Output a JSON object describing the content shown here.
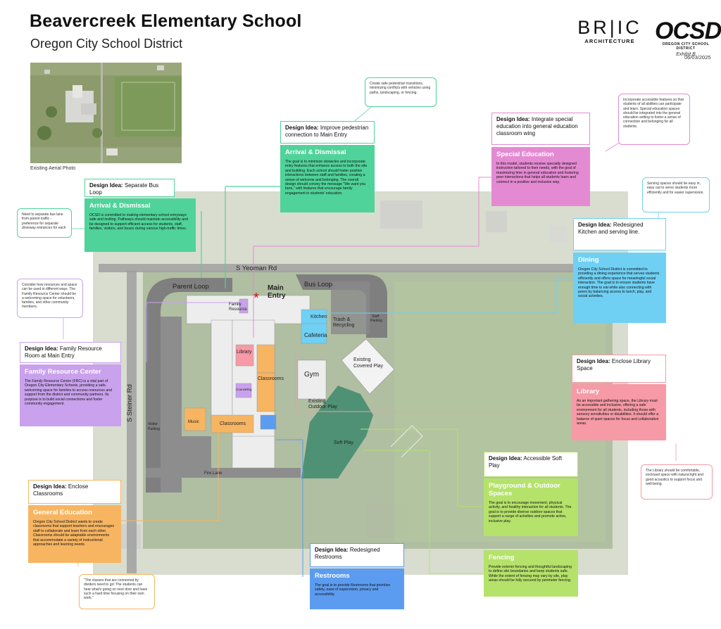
{
  "header": {
    "title": "Beavercreek Elementary School",
    "subtitle": "Oregon City School District",
    "bric_logo": "BR|IC",
    "bric_sub": "ARCHITECTURE",
    "ocsd_logo": "OCSD",
    "ocsd_sub": "OREGON CITY SCHOOL DISTRICT",
    "signature": "Exhibit B",
    "date": "06/03/2025"
  },
  "aerial_caption": "Existing Aerial Photo",
  "map_labels": {
    "yeoman": "S Yeoman Rd",
    "steiner": "S Steiner Rd",
    "parent_loop": "Parent Loop",
    "bus_loop": "Bus Loop",
    "main_entry_1": "Main",
    "main_entry_2": "Entry",
    "family_resource_1": "Family",
    "family_resource_2": "Resource",
    "kitchen": "Kitchen",
    "trash_1": "Trash &",
    "trash_2": "Recycling",
    "staff_parking_1": "Staff",
    "staff_parking_2": "Parking",
    "cafeteria": "Cafeteria",
    "gym": "Gym",
    "library": "Library",
    "classrooms_1": "Classrooms",
    "classrooms_2": "Classrooms",
    "counseling": "Counseling",
    "music": "Music",
    "visitor_1": "Visitor",
    "visitor_2": "Parking",
    "fire_lane": "Fire Lane",
    "covered_play_1": "Existing",
    "covered_play_2": "Covered Play",
    "outdoor_play_1": "Existing",
    "outdoor_play_2": "Outdoor Play",
    "soft_play": "Soft Play"
  },
  "ideas": {
    "bus": {
      "label": "Design Idea:",
      "text": "Separate Bus Loop"
    },
    "pedestrian": {
      "label": "Design Idea:",
      "text": "Improve pedestrian connection to Main Entry"
    },
    "sped": {
      "label": "Design Idea:",
      "text": "Integrate special education into general education classroom wing"
    },
    "kitchen": {
      "label": "Design Idea:",
      "text": "Redesigned Kitchen and serving line."
    },
    "frc": {
      "label": "Design Idea:",
      "text": "Family Resource Room at Main Entry"
    },
    "library": {
      "label": "Design Idea:",
      "text": "Enclose Library Space"
    },
    "softplay": {
      "label": "Design Idea:",
      "text": "Accessible Soft Play"
    },
    "classrooms": {
      "label": "Design Idea:",
      "text": "Enclose Classrooms"
    },
    "restrooms": {
      "label": "Design Idea:",
      "text": "Redesigned Restrooms"
    }
  },
  "cards": {
    "arrival1": {
      "heading": "Arrival & Dismissal",
      "body": "OCSD is committed to making elementary school entryways safe and inviting. Pathways should maintain accessibility and be designed to support efficient access for students, staff, families, visitors, and buses during various high-traffic times.",
      "color": "#4fd39a"
    },
    "arrival2": {
      "heading": "Arrival & Dismissal",
      "body": "The goal is to minimize obstacles and incorporate entry features that enhance access to both the site and building. Each school should foster positive interactions between staff and families, creating a sense of welcome and belonging. The overall design should convey the message \"We want you here,\" with features that encourage family engagement in students' education.",
      "color": "#4fd39a"
    },
    "sped": {
      "heading": "Special Education",
      "body": "In this model, students receive specially designed instruction tailored to their needs, with the goal of maximizing time in general education and fostering peer interactions that helps all students learn and connect in a positive and inclusive way.",
      "color": "#e48ad2"
    },
    "dining": {
      "heading": "Dining",
      "body": "Oregon City School District is committed to providing a dining experience that serves students efficiently and offers space for meaningful social interaction. The goal is to ensure students have enough time to eat while also connecting with peers by balancing access to lunch, play, and social activities.",
      "color": "#6fd0f4"
    },
    "frc": {
      "heading": "Family Resource Center",
      "body": "The Family Resource Center (FRC) is a vital part of Oregon City Elementary Schools, providing a safe, welcoming space for families to access resources and support from the district and community partners. Its purpose is to build social connections and foster community engagement.",
      "color": "#c9a1ec"
    },
    "library": {
      "heading": "Library",
      "body": "As an important gathering space, the Library must be accessible and inclusive, offering a safe environment for all students, including those with sensory sensitivities or disabilities. It should offer a balance of quiet spaces for focus and collaborative areas.",
      "color": "#f59aa6"
    },
    "playground": {
      "heading": "Playground & Outdoor Spaces",
      "body": "The goal is to encourage movement, physical activity, and healthy interaction for all students. The goal is to provide diverse outdoor spaces that support a range of activities and promote active, inclusive play.",
      "color": "#b5e26b"
    },
    "fencing": {
      "heading": "Fencing",
      "body": "Provide exterior fencing and thoughtful landscaping to define site boundaries and keep students safe. While the extent of fencing may vary by site, play areas should be fully secured by perimeter fencing.",
      "color": "#b5e26b"
    },
    "gened": {
      "heading": "General Education",
      "body": "Oregon City School District wants to create classrooms that support teachers and encourages staff to collaborate and learn from each other. Classrooms should be adaptable environments that accommodate a variety of instructional approaches and learning needs.",
      "color": "#f7b562"
    },
    "restrooms": {
      "heading": "Restrooms",
      "body": "The goal is to provide Restrooms that prioritize safety, ease of supervision, privacy and accessibility.",
      "color": "#5c9cf0"
    }
  },
  "notes": {
    "bus": "Need to separate bus lane from parent traffic - preference for separate driveway entrances for each",
    "pedestrian": "Create safe pedestrian transitions, minimizing conflicts with vehicles using paths, landscaping, or fencing.",
    "sped": "Incorporate accessible features so that students of all abilities can participate and learn. Special education spaces should be integrated into the general education setting to foster a sense of connection and belonging for all students.",
    "kitchen": "Serving spaces should be easy in, easy out to serve students more efficiently and for easier supervision.",
    "frc": "Consider how resources and space can be used in different ways. The Family Resource Center should be a welcoming space for volunteers, families, and other community members.",
    "library": "The Library should be comfortable, enclosed space with natural light and good acoustics to support focus and well-being.",
    "classrooms": "\"The classes that are connected by dividers need to go! The students can hear what's going on next door and have such a hard time focusing on their own work.\""
  }
}
